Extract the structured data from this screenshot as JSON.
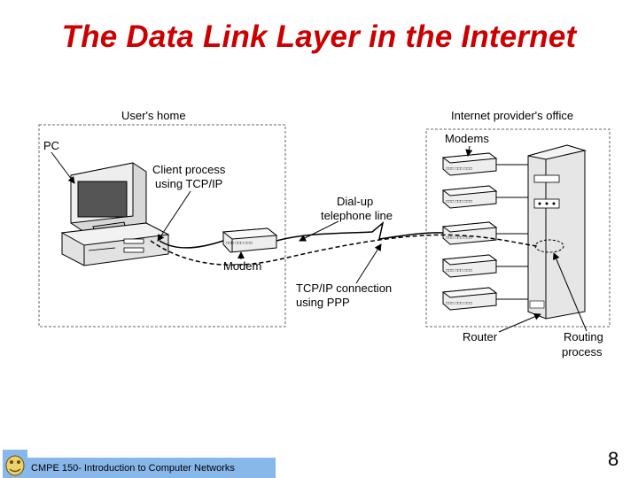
{
  "slide": {
    "title": "The Data Link Layer in the Internet",
    "footer": "CMPE 150- Introduction to Computer Networks",
    "page_number": "8"
  },
  "diagram": {
    "users_home": "User's home",
    "provider_office": "Internet provider's office",
    "pc": "PC",
    "client_process_line1": "Client process",
    "client_process_line2": "using TCP/IP",
    "dialup_line1": "Dial-up",
    "dialup_line2": "telephone line",
    "modem": "Modem",
    "modems": "Modems",
    "tcpip_line1": "TCP/IP connection",
    "tcpip_line2": "using PPP",
    "router": "Router",
    "routing_line1": "Routing",
    "routing_line2": "process"
  }
}
